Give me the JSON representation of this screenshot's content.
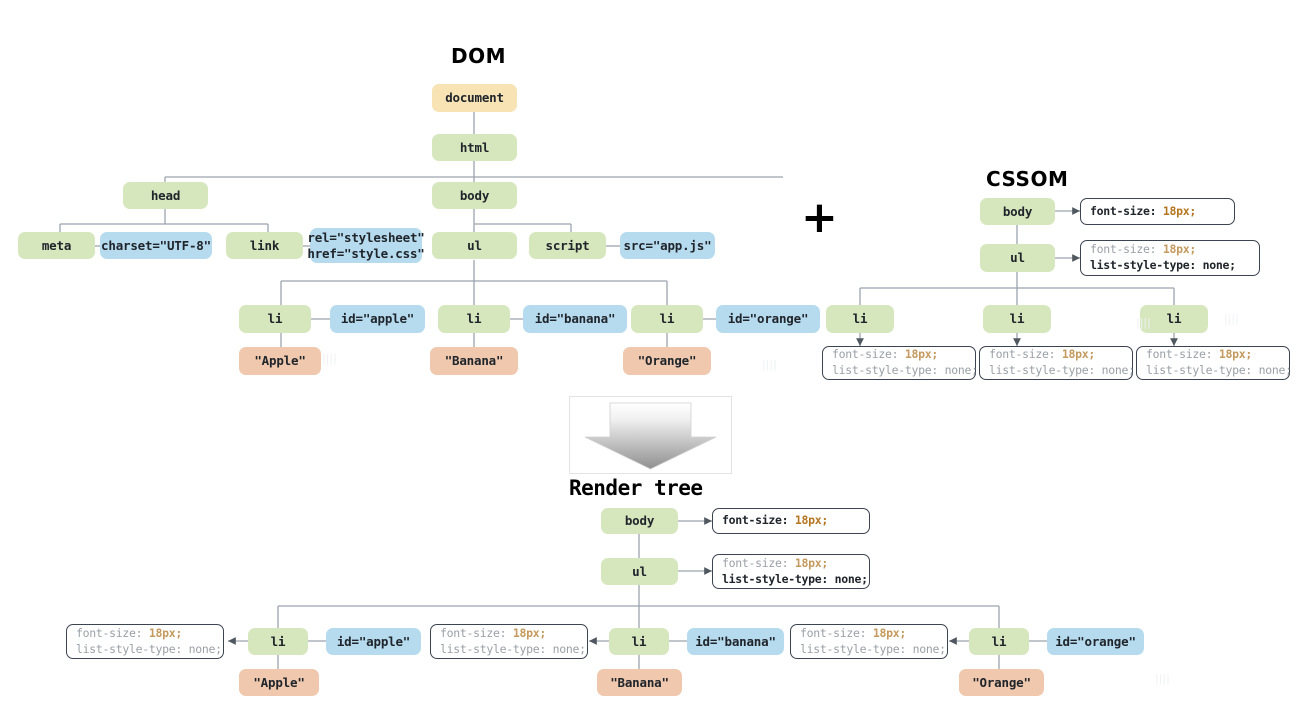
{
  "headings": {
    "dom": "DOM",
    "cssom": "CSSOM",
    "render_tree": "Render tree",
    "plus": "+"
  },
  "colors": {
    "document_node": "#f7e3b4",
    "element_node": "#d6e7be",
    "attribute_node": "#b6dbef",
    "text_node": "#efc8ad",
    "css_box_border": "#3c4450",
    "css_value": "#b5761f",
    "css_inherited_text": "#9aa0a6",
    "connector": "#9aa3ad"
  },
  "css_text": {
    "font_size_prop": "font-size: ",
    "font_size_value": "18px;",
    "list_style_line": "list-style-type: none;"
  },
  "dom_tree": {
    "document": "document",
    "html": "html",
    "head": "head",
    "body": "body",
    "meta": "meta",
    "meta_attr": "charset=\"UTF-8\"",
    "link": "link",
    "link_attr_line1": "rel=\"stylesheet\"",
    "link_attr_line2": "href=\"style.css\"",
    "ul": "ul",
    "script": "script",
    "script_attr": "src=\"app.js\"",
    "items": [
      {
        "tag": "li",
        "attr": "id=\"apple\"",
        "text": "\"Apple\""
      },
      {
        "tag": "li",
        "attr": "id=\"banana\"",
        "text": "\"Banana\""
      },
      {
        "tag": "li",
        "attr": "id=\"orange\"",
        "text": "\"Orange\""
      }
    ]
  },
  "cssom_tree": {
    "body": "body",
    "ul": "ul",
    "li": "li",
    "items": [
      {
        "tag": "li"
      },
      {
        "tag": "li"
      },
      {
        "tag": "li"
      }
    ]
  },
  "render_tree": {
    "body": "body",
    "ul": "ul",
    "items": [
      {
        "tag": "li",
        "attr": "id=\"apple\"",
        "text": "\"Apple\""
      },
      {
        "tag": "li",
        "attr": "id=\"banana\"",
        "text": "\"Banana\""
      },
      {
        "tag": "li",
        "attr": "id=\"orange\"",
        "text": "\"Orange\""
      }
    ]
  }
}
